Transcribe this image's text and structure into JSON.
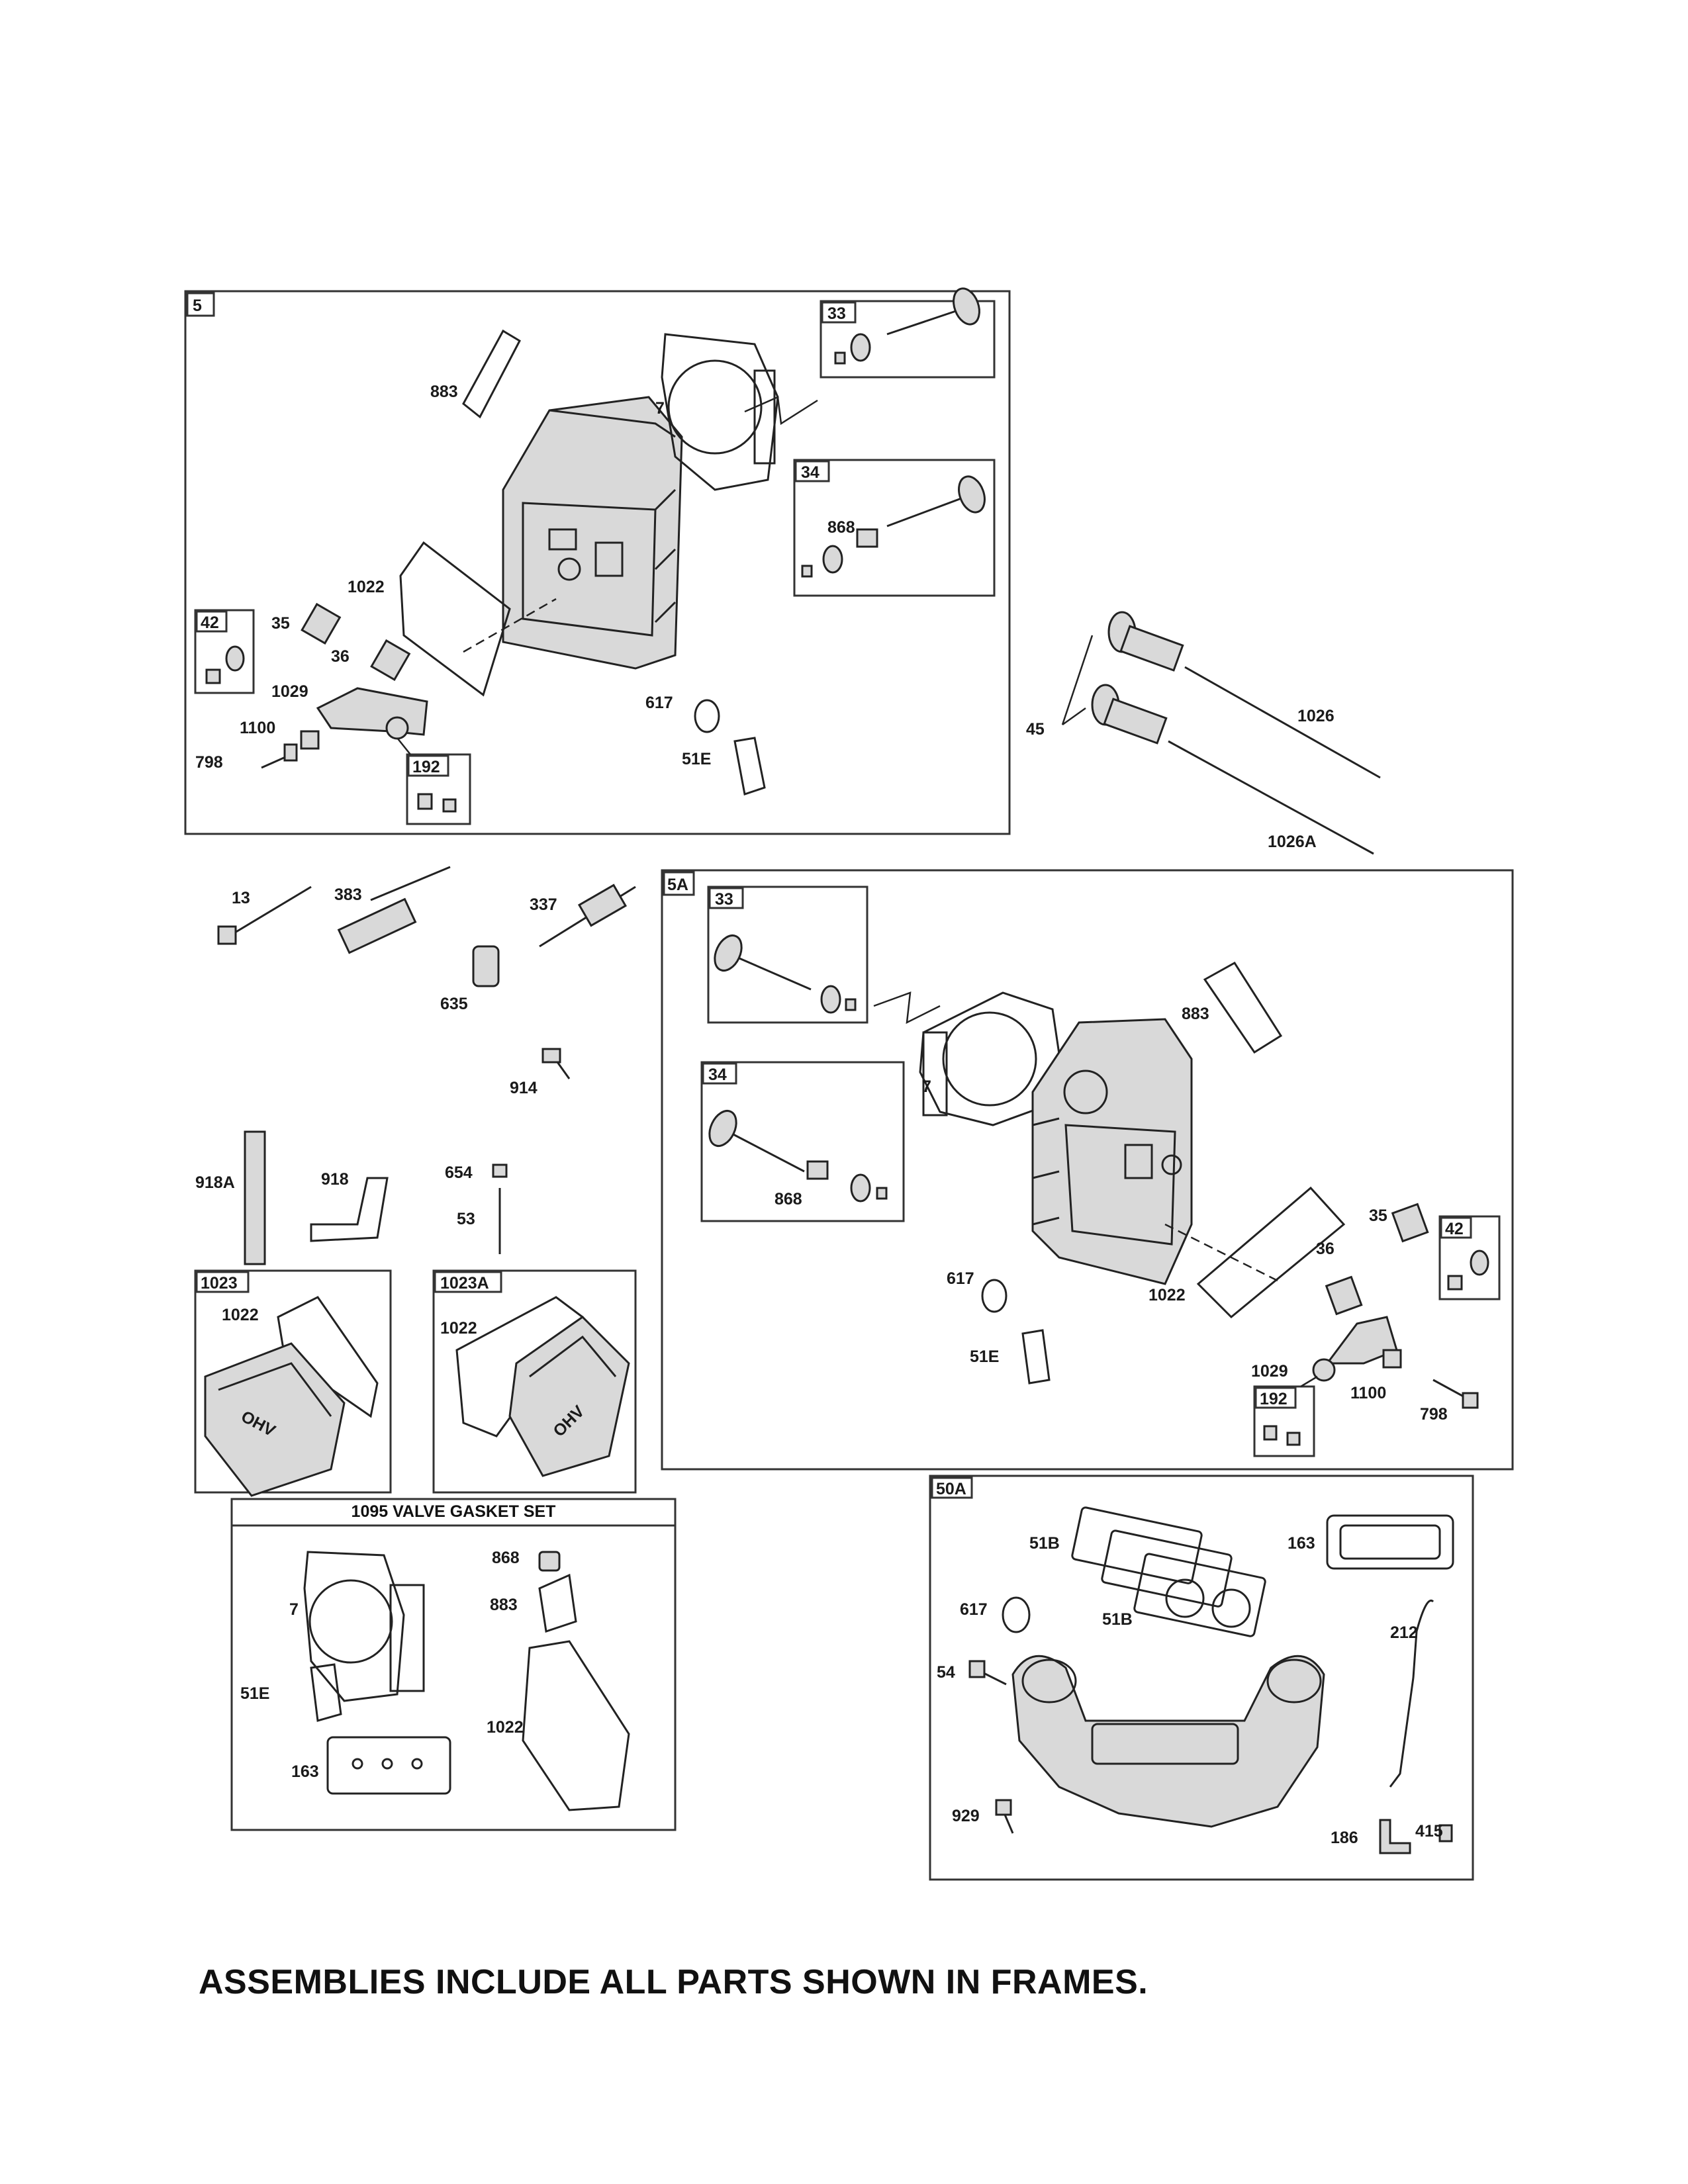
{
  "frames": {
    "f5": "5",
    "f33a": "33",
    "f34a": "34",
    "f42a": "42",
    "f192a": "192",
    "f5A": "5A",
    "f33b": "33",
    "f34b": "34",
    "f42b": "42",
    "f192b": "192",
    "f1023": "1023",
    "f1023A": "1023A",
    "f50A": "50A"
  },
  "gasket_set_title": "1095 VALVE GASKET SET",
  "labels": {
    "p883a": "883",
    "p7a": "7",
    "p868a": "868",
    "p1022a": "1022",
    "p35a": "35",
    "p36a": "36",
    "p1029a": "1029",
    "p1100a": "1100",
    "p798a": "798",
    "p617a": "617",
    "p51Ea": "51E",
    "p45": "45",
    "p1026": "1026",
    "p1026A": "1026A",
    "p13": "13",
    "p383": "383",
    "p337": "337",
    "p635": "635",
    "p914": "914",
    "p918A": "918A",
    "p918": "918",
    "p654": "654",
    "p53": "53",
    "p1022c": "1022",
    "p1022d": "1022",
    "p883b": "883",
    "p7b": "7",
    "p868b": "868",
    "p36b": "36",
    "p35b": "35",
    "p617b": "617",
    "p1022b": "1022",
    "p51Eb": "51E",
    "p1029b": "1029",
    "p1100b": "1100",
    "p798b": "798",
    "g868": "868",
    "g7": "7",
    "g883": "883",
    "g51E": "51E",
    "g1022": "1022",
    "g163": "163",
    "m51B1": "51B",
    "m163": "163",
    "m617": "617",
    "m51B2": "51B",
    "m212": "212",
    "m54": "54",
    "m929": "929",
    "m186": "186",
    "m415": "415"
  },
  "cover_logo": "OHV",
  "footer": "ASSEMBLIES INCLUDE ALL PARTS SHOWN IN FRAMES."
}
